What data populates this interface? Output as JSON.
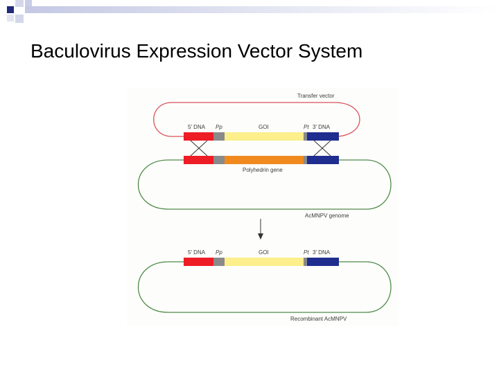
{
  "slide": {
    "title": "Baculovirus Expression Vector System"
  },
  "diagram": {
    "transfer_vector_label": "Transfer vector",
    "five_prime_dna_label": "5′ DNA",
    "pp_label": "Pp",
    "goi_label": "GOI",
    "pt_label": "Pt",
    "three_prime_dna_label": "3′ DNA",
    "polyhedrin_gene_label": "Polyhedrin gene",
    "acmnpv_genome_label": "AcMNPV genome",
    "recombinant_label": "Recombinant AcMNPV"
  },
  "colors": {
    "five_prime_dna": "#ee1c25",
    "promoter": "#8a8a8a",
    "goi": "#fcef8c",
    "terminator": "#8a8a8a",
    "three_prime_dna": "#1f2d8f",
    "polyhedrin_gene": "#f08a1e",
    "transfer_vector_line": "#d9525a",
    "genome_line": "#4f8a4a",
    "label_text": "#3a3a3a"
  },
  "decoration": {
    "top_bar_colors": [
      "#1f2a7a",
      "#c9cde6"
    ]
  }
}
